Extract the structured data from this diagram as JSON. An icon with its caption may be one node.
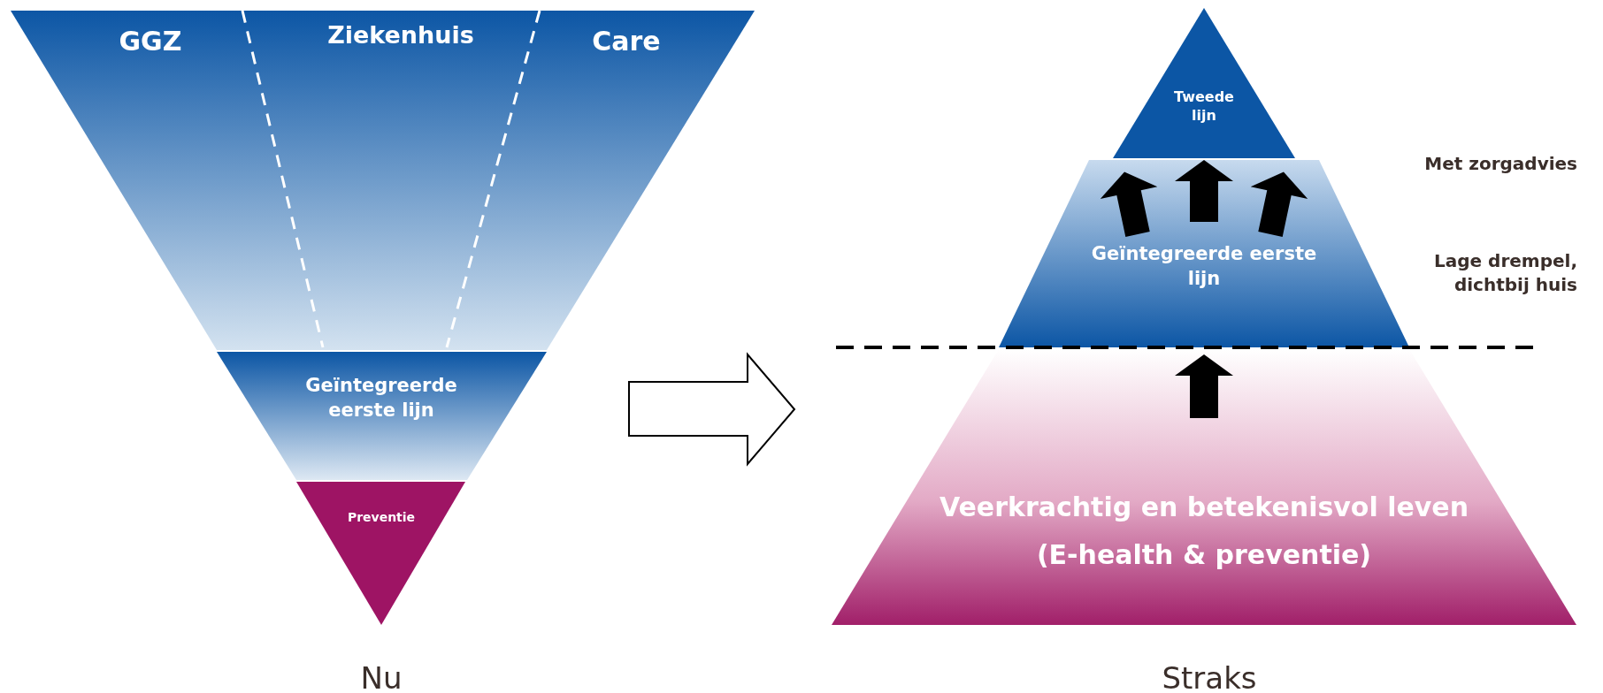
{
  "diagram": {
    "nodes": [
      {
        "text": [
          "GGZ",
          "Ziekenhuis",
          "Care"
        ]
      },
      {
        "text": [
          "Geïntegreerde eerste lijn"
        ]
      },
      {
        "text": [
          "Preventie"
        ]
      },
      {
        "text": [
          "Tweede lijn"
        ]
      },
      {
        "text": [
          "Geïntegreerde eerste lijn"
        ]
      },
      {
        "text": [
          "Veerkrachtig en betekenisvol leven",
          "(E-health & preventie)"
        ]
      }
    ],
    "labels": [
      "Met zorgadvies",
      "Lage drempel, dichtbij huis",
      "Nu",
      "Straks"
    ]
  }
}
